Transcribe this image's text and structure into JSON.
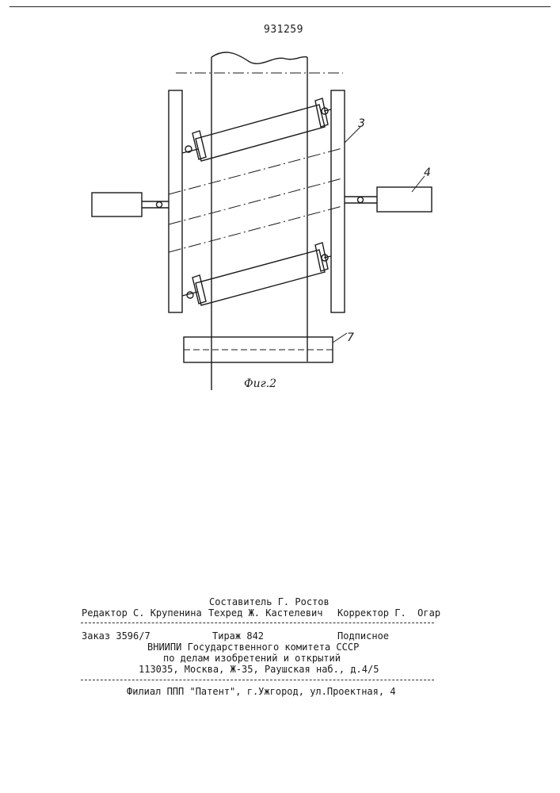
{
  "page_number": "931259",
  "figure": {
    "label": "Фиг.2",
    "callouts": [
      "3",
      "4",
      "7"
    ]
  },
  "imprint": {
    "compiler": "Составитель Г. Ростов",
    "editor": "Редактор С. Крупенина",
    "techred": "Техред Ж. Кастелевич",
    "corrector": "Корректор Г.  Огар",
    "order": "Заказ 3596/7",
    "circulation": "Тираж 842",
    "subscription": "Подписное",
    "institute": "ВНИИПИ Государственного комитета СССР",
    "affairs": "по делам изобретений и открытий",
    "address": "113035, Москва, Ж-35, Раушская наб., д.4/5",
    "branch": "Филиал ППП \"Патент\", г.Ужгород, ул.Проектная, 4"
  }
}
